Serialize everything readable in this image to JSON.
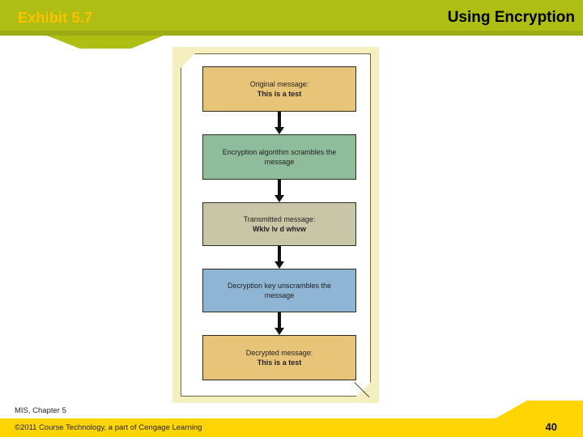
{
  "slide": {
    "exhibit_label": "Exhibit 5.7",
    "title": "Using Encryption",
    "page_number": "40",
    "footer_line1": "MIS, Chapter 5",
    "footer_line2": "©2011 Course Technology, a part of Cengage Learning",
    "colors": {
      "header_band": "#AFBE12",
      "exhibit_label_text": "#FFC000",
      "footer_bar": "#FFD500",
      "figure_frame": "#F5EFC0"
    }
  },
  "diagram": {
    "type": "flowchart",
    "orientation": "vertical",
    "steps": [
      {
        "id": "original-message",
        "line1": "Original message:",
        "line2": "This is a test",
        "fill": "#E8C479"
      },
      {
        "id": "encryption-algorithm",
        "line1": "Encryption algorithm scrambles the",
        "line2": "message",
        "fill": "#8FBC9A"
      },
      {
        "id": "transmitted-message",
        "line1": "Transmitted message:",
        "line2": "Wklv lv d whvw",
        "fill": "#C9C5A7"
      },
      {
        "id": "decryption-key",
        "line1": "Decryption key unscrambles the",
        "line2": "message",
        "fill": "#8FB5D4"
      },
      {
        "id": "decrypted-message",
        "line1": "Decrypted message:",
        "line2": "This is a test",
        "fill": "#E8C479"
      }
    ]
  }
}
